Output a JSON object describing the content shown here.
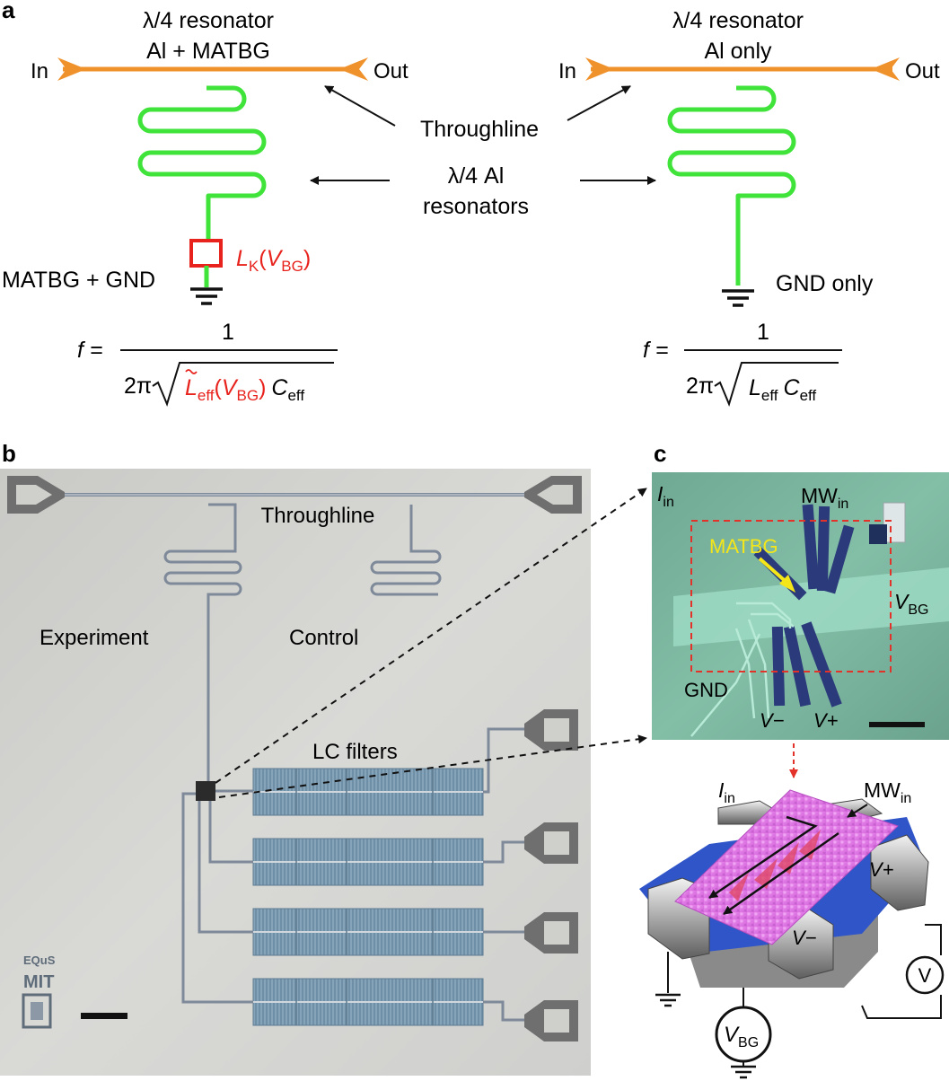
{
  "panels": {
    "a": {
      "label": "a",
      "left": {
        "title_line1": "λ/4 resonator",
        "title_line2": "Al + MATBG",
        "in_label": "In",
        "out_label": "Out",
        "ground_label": "MATBG + GND",
        "inductance_symbol": "L",
        "inductance_subscript": "K",
        "inductance_arg_open": "(",
        "inductance_arg_symbol": "V",
        "inductance_arg_subscript": "BG",
        "inductance_arg_close": ")",
        "formula_lhs": "f =",
        "formula_numerator": "1",
        "formula_two_pi": "2π",
        "formula_L": "L",
        "formula_L_sub": "eff",
        "formula_paren_open": "(",
        "formula_V": "V",
        "formula_V_sub": "BG",
        "formula_paren_close": ")",
        "formula_C": "C",
        "formula_C_sub": "eff"
      },
      "center": {
        "throughline": "Throughline",
        "resonators_line1": "λ/4 Al",
        "resonators_line2": "resonators"
      },
      "right": {
        "title_line1": "λ/4 resonator",
        "title_line2": "Al only",
        "in_label": "In",
        "out_label": "Out",
        "ground_label": "GND only",
        "formula_lhs": "f =",
        "formula_numerator": "1",
        "formula_two_pi": "2π",
        "formula_L": "L",
        "formula_L_sub": "eff",
        "formula_C": "C",
        "formula_C_sub": "eff"
      }
    },
    "b": {
      "label": "b",
      "throughline": "Throughline",
      "experiment": "Experiment",
      "control": "Control",
      "lc_filters": "LC filters",
      "logo_text": "EQuS",
      "logo_mit": "MIT"
    },
    "c": {
      "label": "c",
      "photo": {
        "iin": "I",
        "iin_sub": "in",
        "mwin": "MW",
        "mwin_sub": "in",
        "matbg": "MATBG",
        "vbg": "V",
        "vbg_sub": "BG",
        "gnd": "GND",
        "vminus": "V−",
        "vplus": "V+"
      },
      "device": {
        "iin": "I",
        "iin_sub": "in",
        "mwin": "MW",
        "mwin_sub": "in",
        "vplus": "V+",
        "vminus": "V−",
        "voltmeter": "V",
        "vbg": "V",
        "vbg_sub": "BG"
      }
    }
  },
  "colors": {
    "throughline": "#f0922b",
    "resonator": "#3fe33a",
    "mat_red": "#e8221c",
    "dashed_red": "#e3322a",
    "matbg_yellow": "#f4e619",
    "chip_bg": "#d4d4d1",
    "lc_blue": "#7f9fb5",
    "photo_bg": "#7fb9a2",
    "device_pink": "#e27ae6",
    "device_blue": "#2f55c8"
  }
}
